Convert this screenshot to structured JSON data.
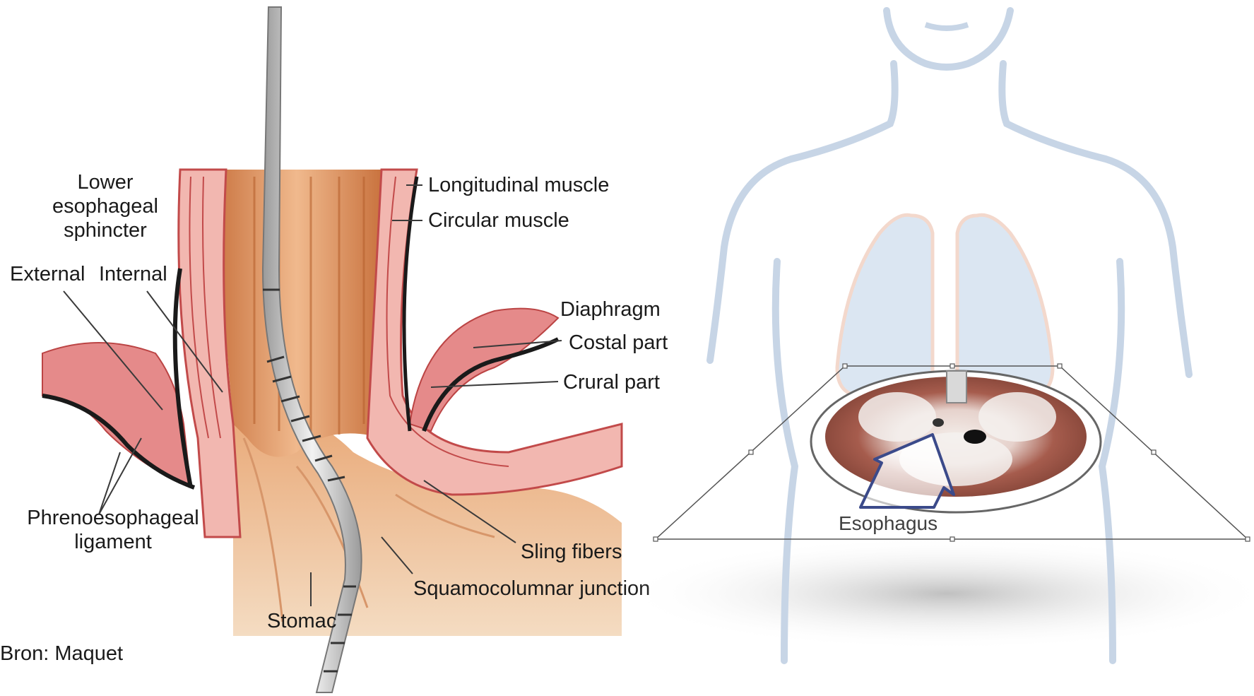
{
  "anatomy_labels": {
    "lower_sphincter_line1": "Lower",
    "lower_sphincter_line2": "esophageal",
    "lower_sphincter_line3": "sphincter",
    "external": "External",
    "internal": "Internal",
    "phreno_line1": "Phrenoesophageal",
    "phreno_line2": "ligament",
    "longitudinal_muscle": "Longitudinal muscle",
    "circular_muscle": "Circular muscle",
    "diaphragm": "Diaphragm",
    "costal_part": "Costal part",
    "crural_part": "Crural part",
    "sling_fibers": "Sling fibers",
    "squamocolumnar_junction": "Squamocolumnar junction",
    "stomach": "Stomac"
  },
  "caption": "Bron: Maquet",
  "body_diagram": {
    "esophagus_label": "Esophagus"
  },
  "colors": {
    "muscle": "#e58a8a",
    "muscle_light": "#f2b7b0",
    "esophagus_wall": "#d98c5a",
    "stomach": "#e8b58c",
    "body_outline": "#c7d5e6",
    "lung": "#dbe6f2",
    "diaphragm_disc": "#b46a5c",
    "arrow": "#3b4a8a",
    "catheter": "#c8c8c8"
  }
}
